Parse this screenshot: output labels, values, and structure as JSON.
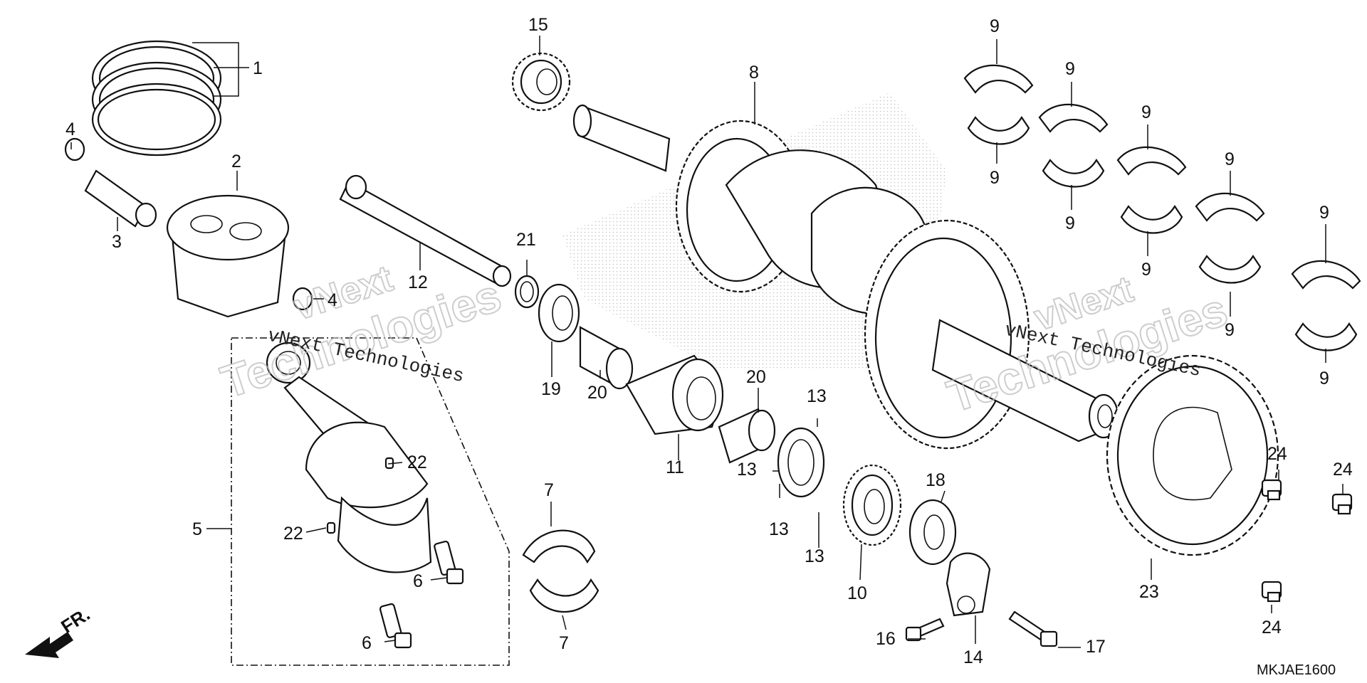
{
  "diagram_code": "MKJAE1600",
  "front_marker": "FR.",
  "watermark": {
    "brand_top": "vNext",
    "brand_bottom": "Technologies",
    "brand_line": "vNext Technologies"
  },
  "callouts": [
    {
      "id": "c1",
      "text": "1"
    },
    {
      "id": "c2",
      "text": "2"
    },
    {
      "id": "c3",
      "text": "3"
    },
    {
      "id": "c4a",
      "text": "4"
    },
    {
      "id": "c4b",
      "text": "4"
    },
    {
      "id": "c5",
      "text": "5"
    },
    {
      "id": "c6a",
      "text": "6"
    },
    {
      "id": "c6b",
      "text": "6"
    },
    {
      "id": "c7a",
      "text": "7"
    },
    {
      "id": "c7b",
      "text": "7"
    },
    {
      "id": "c8",
      "text": "8"
    },
    {
      "id": "c9a",
      "text": "9"
    },
    {
      "id": "c9b",
      "text": "9"
    },
    {
      "id": "c9c",
      "text": "9"
    },
    {
      "id": "c9d",
      "text": "9"
    },
    {
      "id": "c9e",
      "text": "9"
    },
    {
      "id": "c9f",
      "text": "9"
    },
    {
      "id": "c9g",
      "text": "9"
    },
    {
      "id": "c9h",
      "text": "9"
    },
    {
      "id": "c9i",
      "text": "9"
    },
    {
      "id": "c9j",
      "text": "9"
    },
    {
      "id": "c10",
      "text": "10"
    },
    {
      "id": "c11",
      "text": "11"
    },
    {
      "id": "c12",
      "text": "12"
    },
    {
      "id": "c13a",
      "text": "13"
    },
    {
      "id": "c13b",
      "text": "13"
    },
    {
      "id": "c13c",
      "text": "13"
    },
    {
      "id": "c13d",
      "text": "13"
    },
    {
      "id": "c14",
      "text": "14"
    },
    {
      "id": "c15",
      "text": "15"
    },
    {
      "id": "c16",
      "text": "16"
    },
    {
      "id": "c17",
      "text": "17"
    },
    {
      "id": "c18",
      "text": "18"
    },
    {
      "id": "c19",
      "text": "19"
    },
    {
      "id": "c20a",
      "text": "20"
    },
    {
      "id": "c20b",
      "text": "20"
    },
    {
      "id": "c21",
      "text": "21"
    },
    {
      "id": "c22a",
      "text": "22"
    },
    {
      "id": "c22b",
      "text": "22"
    },
    {
      "id": "c23",
      "text": "23"
    },
    {
      "id": "c24a",
      "text": "24"
    },
    {
      "id": "c24b",
      "text": "24"
    },
    {
      "id": "c24c",
      "text": "24"
    }
  ]
}
